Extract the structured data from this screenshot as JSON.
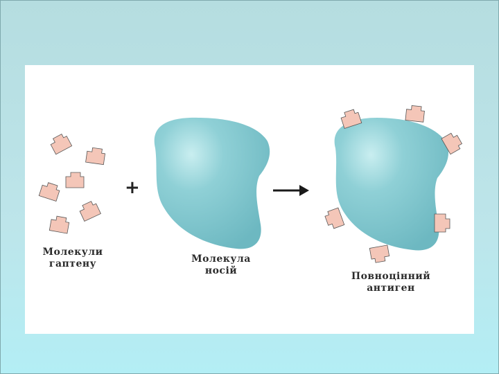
{
  "slide": {
    "background_top": "#b5dde0",
    "background_bottom": "#b3eef5",
    "panel_color": "#ffffff"
  },
  "diagram": {
    "molecule_color": "#7cc4cc",
    "hapten_color": "#f4c6b8",
    "hapten_outline": "#555555",
    "plus_symbol": "+",
    "arrow_icon": "right-arrow-icon",
    "labels": {
      "hapten_line1": "Молекули",
      "hapten_line2": "гаптену",
      "carrier_line1": "Молекула",
      "carrier_line2": "носій",
      "antigen_line1": "Повноцінний",
      "antigen_line2": "антиген"
    }
  }
}
